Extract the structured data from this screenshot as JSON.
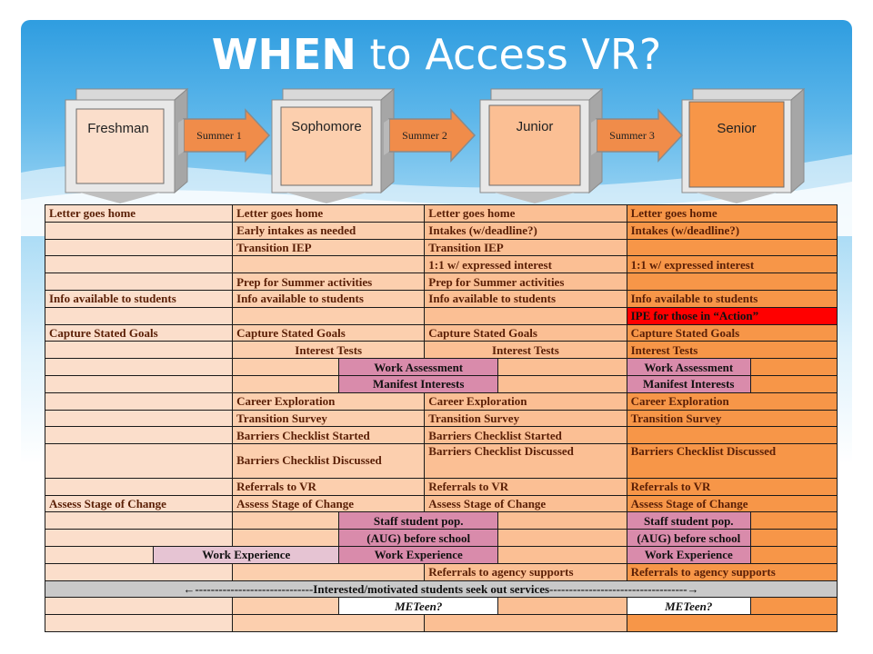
{
  "slide": {
    "title_bold": "WHEN",
    "title_rest": " to Access VR?"
  },
  "timeline": {
    "grades": [
      "Freshman",
      "Sophomore",
      "Junior",
      "Senior"
    ],
    "summers": [
      "Summer 1",
      "Summer 2",
      "Summer 3"
    ],
    "colors": {
      "freshman": "#fbdecb",
      "sophomore": "#fccfae",
      "junior": "#fbbf94",
      "senior": "#f79648",
      "arrow": "#f08c4a"
    }
  },
  "table": {
    "r1": [
      "Letter goes home",
      "Letter goes home",
      "Letter goes home",
      "Letter goes home"
    ],
    "r2": [
      "Early intakes as needed",
      "Intakes (w/deadline?)",
      "Intakes (w/deadline?)"
    ],
    "r3": [
      "Transition IEP",
      "Transition IEP"
    ],
    "r4": [
      "1:1 w/ expressed interest",
      "1:1 w/ expressed interest"
    ],
    "r5": [
      "Prep for Summer activities",
      "Prep for Summer activities"
    ],
    "r6": [
      "Info available to students",
      "Info available to students",
      "Info available to students",
      "Info available to students"
    ],
    "r7": [
      "IPE for those in “Action”"
    ],
    "r8": [
      "Capture Stated Goals",
      "Capture Stated Goals",
      "Capture Stated Goals",
      "Capture Stated Goals"
    ],
    "r9": [
      "Interest Tests",
      "Interest Tests",
      "Interest Tests"
    ],
    "r10": [
      "Work Assessment",
      "Work Assessment"
    ],
    "r11": [
      "Manifest Interests",
      "Manifest Interests"
    ],
    "r12": [
      "Career Exploration",
      "Career Exploration",
      "Career Exploration"
    ],
    "r13": [
      "Transition Survey",
      "Transition Survey",
      "Transition Survey"
    ],
    "r14": [
      "Barriers Checklist Started",
      "Barriers Checklist Started"
    ],
    "r15": [
      "Barriers Checklist Discussed",
      "Barriers Checklist Discussed",
      "Barriers Checklist Discussed"
    ],
    "r16": [
      "Referrals to VR",
      "Referrals to VR",
      "Referrals to VR"
    ],
    "r17": [
      "Assess Stage of Change",
      "Assess Stage of Change",
      "Assess Stage of Change",
      "Assess Stage of Change"
    ],
    "r18": [
      "Staff student pop.",
      "Staff student pop."
    ],
    "r19": [
      "(AUG) before school",
      "(AUG) before school"
    ],
    "r20": [
      "Work Experience",
      "Work Experience",
      "Work Experience"
    ],
    "r21": [
      "Referrals to agency supports",
      "Referrals to agency supports"
    ],
    "r22": [
      "←------------------------------Interested/motivated students seek out services-----------------------------------→"
    ],
    "r23": [
      "METeen?",
      "METeen?"
    ]
  }
}
